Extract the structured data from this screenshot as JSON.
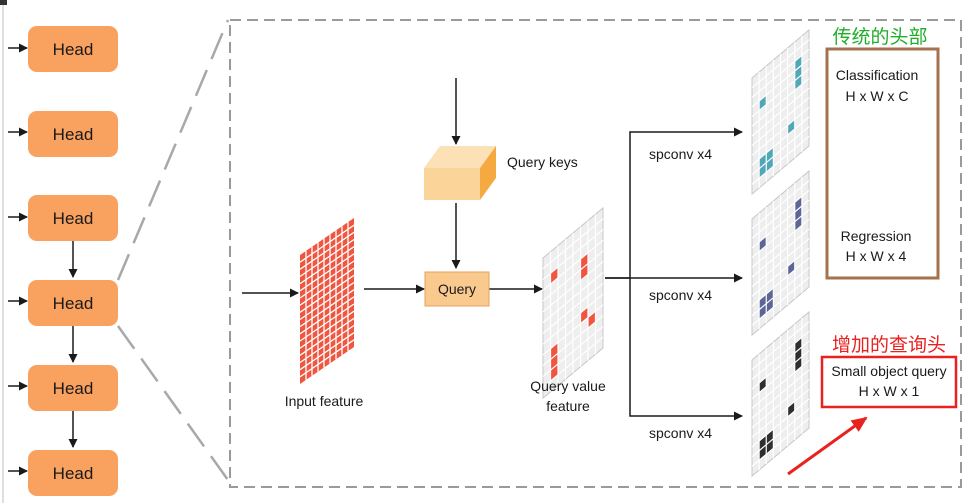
{
  "heads": [
    "Head",
    "Head",
    "Head",
    "Head",
    "Head",
    "Head"
  ],
  "query_keys_label": "Query keys",
  "query_label": "Query",
  "input_feature_label": "Input feature",
  "query_value_label_1": "Query value",
  "query_value_label_2": "feature",
  "spconv_labels": [
    "spconv x4",
    "spconv x4",
    "spconv x4"
  ],
  "traditional_head_title": "传统的头部",
  "classification_label": "Classification",
  "classification_dims": "H x W x C",
  "regression_label": "Regression",
  "regression_dims": "H x W x 4",
  "added_head_title": "增加的查询头",
  "small_object_label": "Small object query",
  "small_object_dims": "H x W x 1",
  "colors": {
    "head_fill": "#f9a15e",
    "input_cell": "#f0553f",
    "query_fill": "#f9c98e",
    "cube_front": "#fbd49a",
    "cube_top": "#fde1b6",
    "cube_side": "#f4a941",
    "cls_cell": "#4fa7b7",
    "reg_cell": "#5c6596",
    "small_cell": "#2e2e2e",
    "value_cell": "#f0553f",
    "brown_box": "#a5714f",
    "red_box": "#e8231f",
    "green_text": "#1fae2a"
  }
}
